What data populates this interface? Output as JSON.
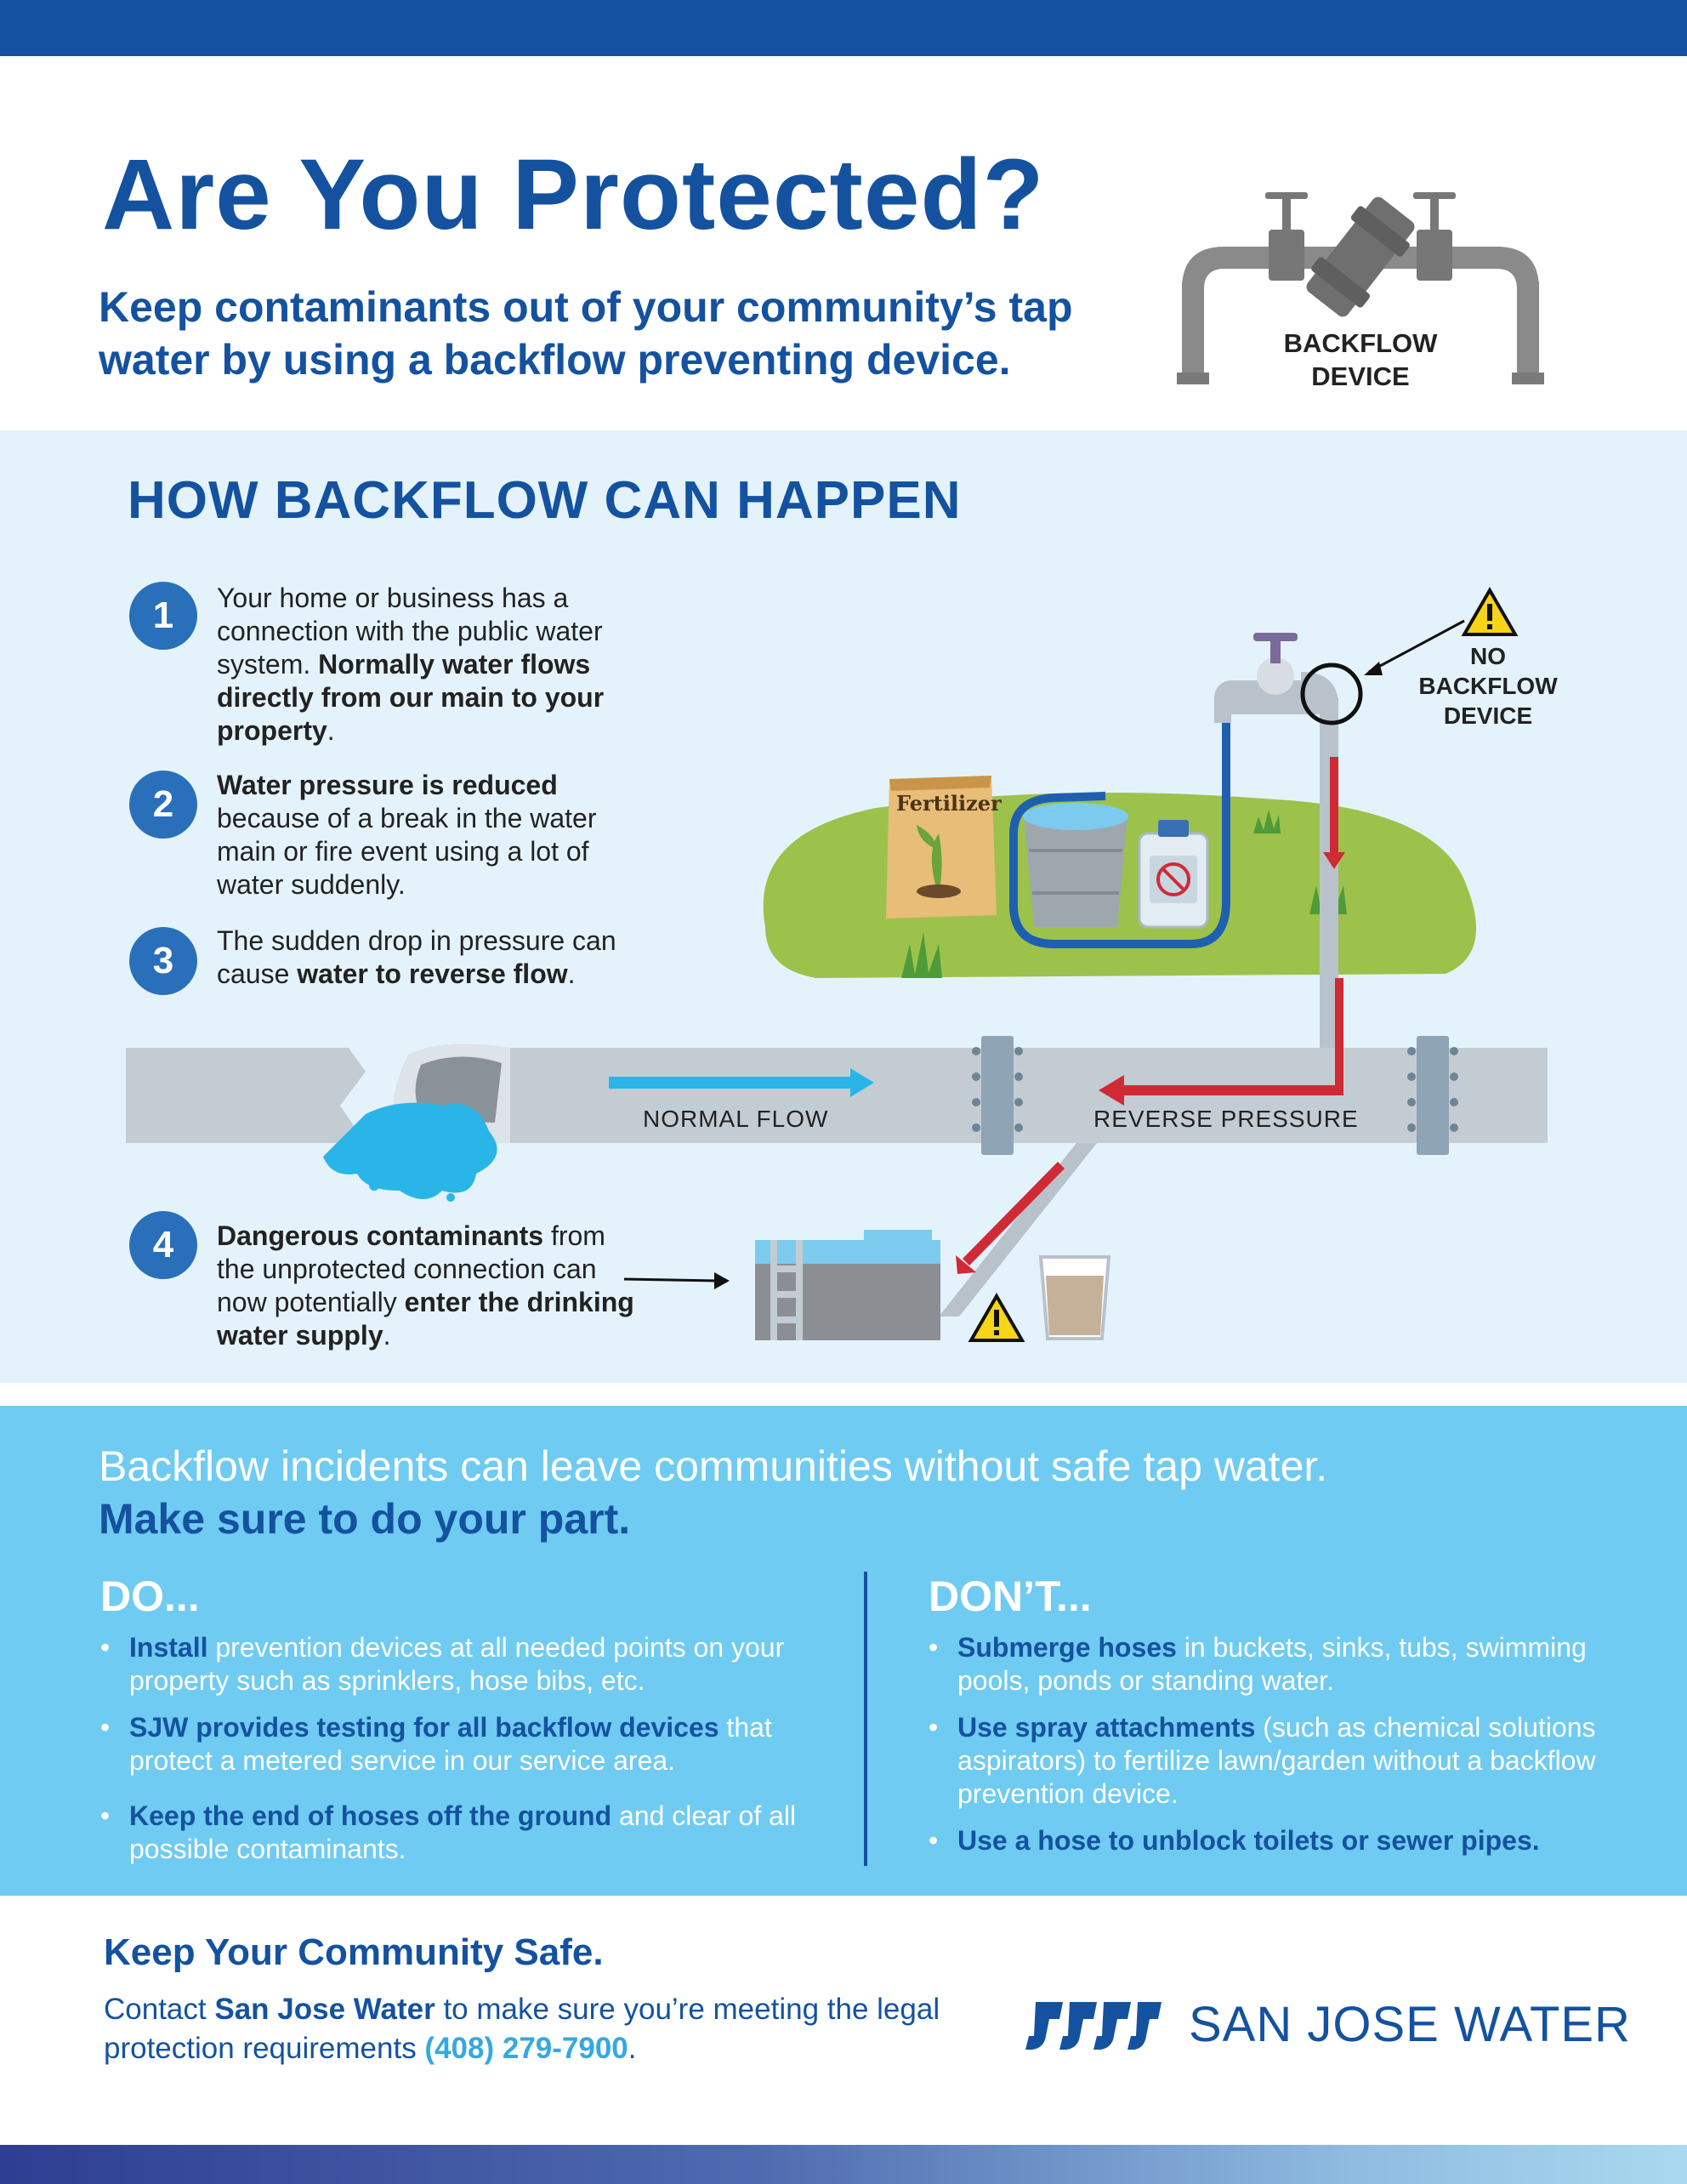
{
  "colors": {
    "brand_blue": "#1452a0",
    "light_blue": "#6fcbf1",
    "pale_blue": "#e4f3fb",
    "accent_red": "#d02a36",
    "step_blue": "#2a6fba"
  },
  "header": {
    "title": "Are You Protected?",
    "subtitle": "Keep contaminants out of your community’s tap water by using a backflow preventing device.",
    "device_label_1": "BACKFLOW",
    "device_label_2": "DEVICE"
  },
  "how": {
    "title": "HOW BACKFLOW CAN HAPPEN",
    "steps": [
      {
        "number": "1",
        "t1": "Your home or business has a connection with the public water system. ",
        "b1": "Normally water flows directly from our main to your property",
        "t2": "."
      },
      {
        "number": "2",
        "b1": "Water pressure is reduced",
        "t1": " because of a break in the water main or fire event using a lot of water suddenly."
      },
      {
        "number": "3",
        "t1": "The sudden drop in pressure can cause ",
        "b1": "water to reverse flow",
        "t2": "."
      },
      {
        "number": "4",
        "b1": "Dangerous contaminants",
        "t1": " from the unprotected connection can now potentially ",
        "b2": "enter the drinking water supply",
        "t2": "."
      }
    ],
    "diagram": {
      "normal_flow": "NORMAL FLOW",
      "reverse_pressure": "REVERSE PRESSURE",
      "no_device_1": "NO",
      "no_device_2": "BACKFLOW",
      "no_device_3": "DEVICE",
      "fertilizer": "Fertilizer"
    }
  },
  "incidents": {
    "line1": "Backflow incidents can leave communities without safe tap water.",
    "line2": "Make sure to do your part.",
    "do_heading": "DO...",
    "dont_heading": "DON’T...",
    "do_items": [
      {
        "bold": "Install",
        "rest": " prevention devices at all needed points on your property such as sprinklers, hose bibs, etc."
      },
      {
        "bold": "SJW provides testing for all backflow devices",
        "rest": " that protect a metered service in our service area."
      },
      {
        "bold": "Keep the end of hoses off the ground",
        "rest": " and clear of all possible contaminants."
      }
    ],
    "dont_items": [
      {
        "bold": "Submerge hoses",
        "rest": " in buckets, sinks, tubs, swimming pools, ponds or standing water."
      },
      {
        "bold": "Use spray attachments",
        "rest": " (such as chemical solutions aspirators) to fertilize lawn/garden without a backflow prevention device."
      },
      {
        "bold": "Use a hose to unblock toilets or sewer pipes.",
        "rest": ""
      }
    ]
  },
  "footer": {
    "heading": "Keep Your Community Safe.",
    "text1": "Contact ",
    "company_bold": "San Jose Water",
    "text2": " to make sure you’re meeting the legal protection requirements ",
    "phone": "(408) 279-7900",
    "text3": ".",
    "logo_text": "SAN JOSE WATER",
    "logo_mark_icon": "sjw-logo-icon"
  }
}
